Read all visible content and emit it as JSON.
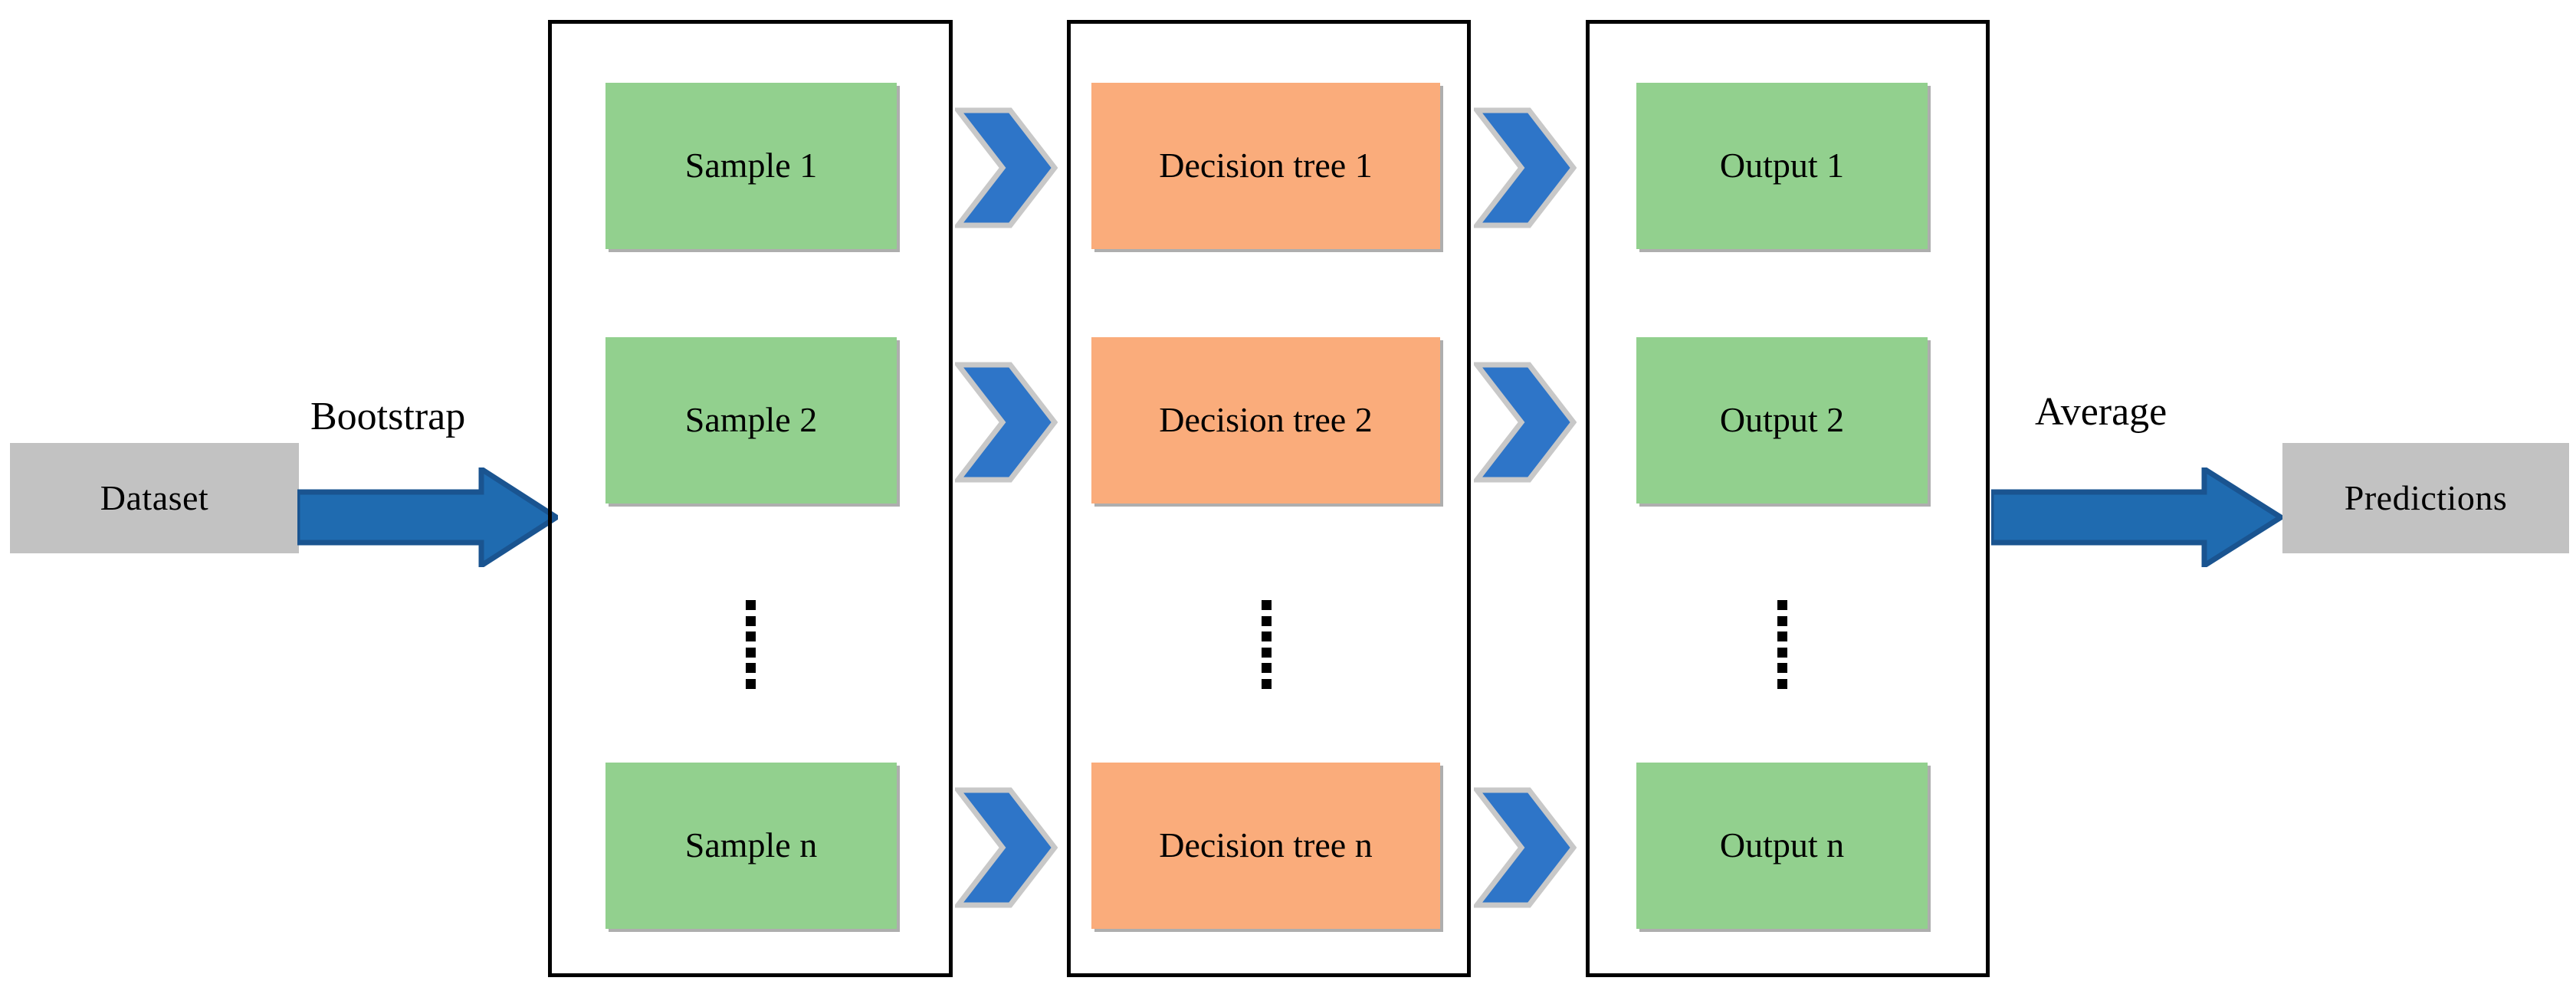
{
  "diagram": {
    "title": "Random Forest ensemble flow diagram",
    "colors": {
      "sample_fill": "#92d08e",
      "tree_fill": "#faac7b",
      "output_fill": "#92d08e",
      "terminal_fill": "#c2c2c2",
      "block_arrow_fill": "#1f6bb0",
      "block_arrow_outline": "#1a5490",
      "chevron_fill": "#2e75c8",
      "container_stroke": "#000000",
      "background": "#ffffff",
      "text": "#000000"
    },
    "input": {
      "label": "Dataset"
    },
    "bootstrap_edge": {
      "label": "Bootstrap",
      "icon": "right-block-arrow-icon"
    },
    "average_edge": {
      "label": "Average",
      "icon": "right-block-arrow-icon"
    },
    "output": {
      "label": "Predictions"
    },
    "ellipsis": {
      "glyph": "vertical-ellipsis-icon",
      "dot_count": 6
    },
    "chevron": {
      "icon": "chevron-right-icon"
    },
    "stages": [
      {
        "name": "samples",
        "items": [
          {
            "label": "Sample 1"
          },
          {
            "label": "Sample 2"
          },
          {
            "label": "Sample n"
          }
        ]
      },
      {
        "name": "decision-trees",
        "items": [
          {
            "label": "Decision tree 1"
          },
          {
            "label": "Decision tree 2"
          },
          {
            "label": "Decision tree n"
          }
        ]
      },
      {
        "name": "outputs",
        "items": [
          {
            "label": "Output 1"
          },
          {
            "label": "Output 2"
          },
          {
            "label": "Output n"
          }
        ]
      }
    ]
  }
}
